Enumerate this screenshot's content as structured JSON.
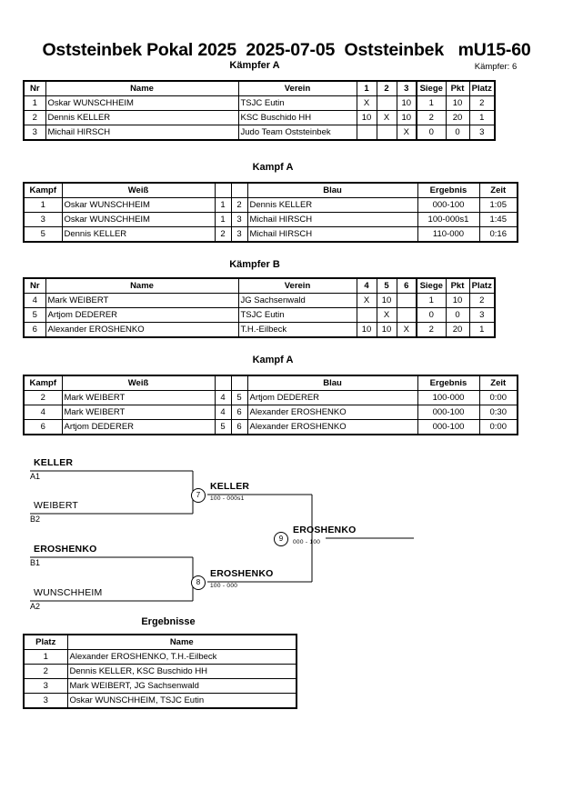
{
  "header": {
    "title": "Oststeinbek Pokal 2025  2025-07-05  Oststeinbek   mU15-60",
    "competitor_count": "Kämpfer: 6"
  },
  "pools": [
    {
      "caption": "Kämpfer A",
      "columns": [
        "Nr",
        "Name",
        "Verein",
        "1",
        "2",
        "3",
        "Siege",
        "Pkt",
        "Platz"
      ],
      "rows": [
        {
          "nr": "1",
          "name": "Oskar WUNSCHHEIM",
          "verein": "TSJC Eutin",
          "m1": "X",
          "m2": "",
          "m3": "10",
          "siege": "1",
          "pkt": "10",
          "platz": "2"
        },
        {
          "nr": "2",
          "name": "Dennis KELLER",
          "verein": "KSC Buschido HH",
          "m1": "10",
          "m2": "X",
          "m3": "10",
          "siege": "2",
          "pkt": "20",
          "platz": "1"
        },
        {
          "nr": "3",
          "name": "Michail HIRSCH",
          "verein": "Judo Team Oststeinbek",
          "m1": "",
          "m2": "",
          "m3": "X",
          "siege": "0",
          "pkt": "0",
          "platz": "3"
        }
      ]
    },
    {
      "caption": "Kämpfer B",
      "columns": [
        "Nr",
        "Name",
        "Verein",
        "4",
        "5",
        "6",
        "Siege",
        "Pkt",
        "Platz"
      ],
      "rows": [
        {
          "nr": "4",
          "name": "Mark WEIBERT",
          "verein": "JG Sachsenwald",
          "m1": "X",
          "m2": "10",
          "m3": "",
          "siege": "1",
          "pkt": "10",
          "platz": "2"
        },
        {
          "nr": "5",
          "name": "Artjom DEDERER",
          "verein": "TSJC Eutin",
          "m1": "",
          "m2": "X",
          "m3": "",
          "siege": "0",
          "pkt": "0",
          "platz": "3"
        },
        {
          "nr": "6",
          "name": "Alexander EROSHENKO",
          "verein": "T.H.-Eilbeck",
          "m1": "10",
          "m2": "10",
          "m3": "X",
          "siege": "2",
          "pkt": "20",
          "platz": "1"
        }
      ]
    }
  ],
  "matches": [
    {
      "caption": "Kampf A",
      "columns": [
        "Kampf",
        "Weiß",
        "",
        "",
        "Blau",
        "Ergebnis",
        "Zeit"
      ],
      "rows": [
        {
          "kampf": "1",
          "weiss": "Oskar WUNSCHHEIM",
          "weiss_bold": false,
          "wnr": "1",
          "bnr": "2",
          "blau": "Dennis KELLER",
          "blau_bold": true,
          "ergebnis": "000-100",
          "zeit": "1:05"
        },
        {
          "kampf": "3",
          "weiss": "Oskar WUNSCHHEIM",
          "weiss_bold": true,
          "wnr": "1",
          "bnr": "3",
          "blau": "Michail HIRSCH",
          "blau_bold": false,
          "ergebnis": "100-000s1",
          "zeit": "1:45"
        },
        {
          "kampf": "5",
          "weiss": "Dennis KELLER",
          "weiss_bold": true,
          "wnr": "2",
          "bnr": "3",
          "blau": "Michail HIRSCH",
          "blau_bold": false,
          "ergebnis": "110-000",
          "zeit": "0:16"
        }
      ]
    },
    {
      "caption": "Kampf A",
      "columns": [
        "Kampf",
        "Weiß",
        "",
        "",
        "Blau",
        "Ergebnis",
        "Zeit"
      ],
      "rows": [
        {
          "kampf": "2",
          "weiss": "Mark WEIBERT",
          "weiss_bold": true,
          "wnr": "4",
          "bnr": "5",
          "blau": "Artjom DEDERER",
          "blau_bold": false,
          "ergebnis": "100-000",
          "zeit": "0:00"
        },
        {
          "kampf": "4",
          "weiss": "Mark WEIBERT",
          "weiss_bold": false,
          "wnr": "4",
          "bnr": "6",
          "blau": "Alexander EROSHENKO",
          "blau_bold": true,
          "ergebnis": "000-100",
          "zeit": "0:30"
        },
        {
          "kampf": "6",
          "weiss": "Artjom DEDERER",
          "weiss_bold": false,
          "wnr": "5",
          "bnr": "6",
          "blau": "Alexander EROSHENKO",
          "blau_bold": true,
          "ergebnis": "000-100",
          "zeit": "0:00"
        }
      ]
    }
  ],
  "bracket": {
    "entries": [
      {
        "name": "KELLER",
        "seed": "A1",
        "winner": true
      },
      {
        "name": "WEIBERT",
        "seed": "B2",
        "winner": false
      },
      {
        "name": "EROSHENKO",
        "seed": "B1",
        "winner": true
      },
      {
        "name": "WUNSCHHEIM",
        "seed": "A2",
        "winner": false
      }
    ],
    "nodes": [
      {
        "number": "7",
        "winner": "KELLER",
        "score": "100 - 000s1"
      },
      {
        "number": "8",
        "winner": "EROSHENKO",
        "score": "100 - 000"
      },
      {
        "number": "9",
        "winner": "EROSHENKO",
        "score": "000 - 100"
      }
    ]
  },
  "results": {
    "caption": "Ergebnisse",
    "columns": [
      "Platz",
      "Name"
    ],
    "rows": [
      {
        "platz": "1",
        "name": "Alexander EROSHENKO, T.H.-Eilbeck"
      },
      {
        "platz": "2",
        "name": "Dennis KELLER, KSC Buschido HH"
      },
      {
        "platz": "3",
        "name": "Mark WEIBERT, JG Sachsenwald"
      },
      {
        "platz": "3",
        "name": "Oskar WUNSCHHEIM, TSJC Eutin"
      }
    ]
  }
}
